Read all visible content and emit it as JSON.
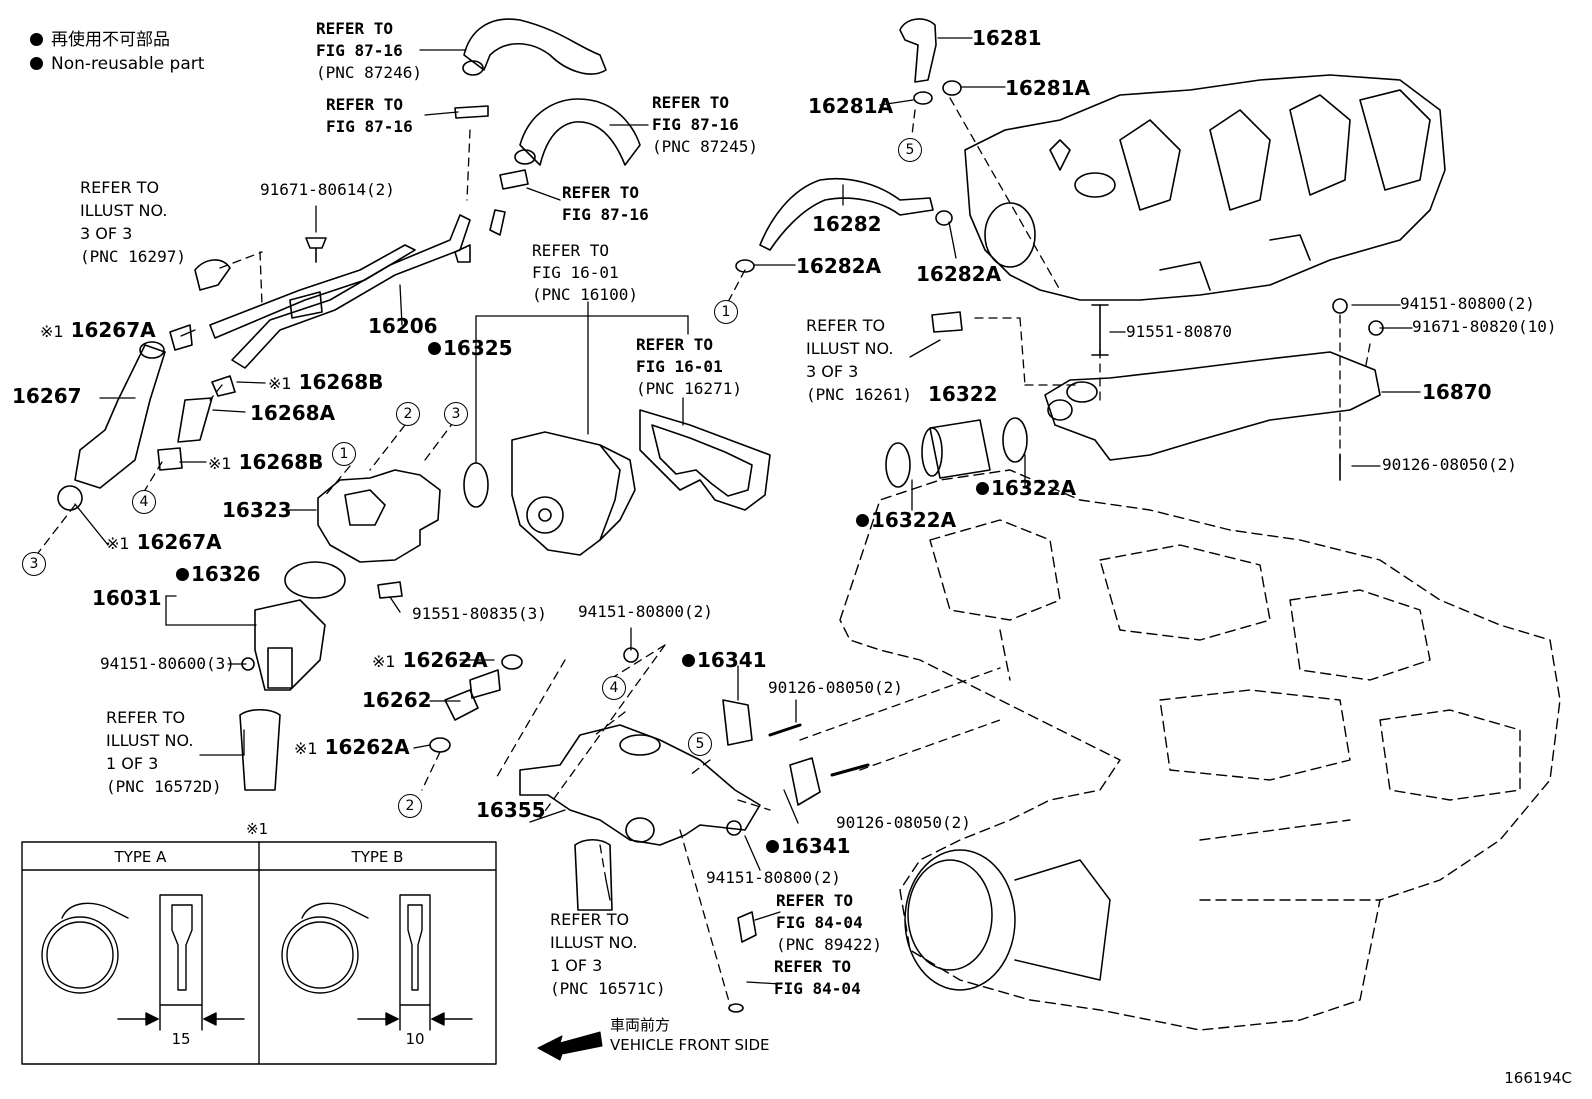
{
  "legend": {
    "line1": "再使用不可部品",
    "line2": "Non-reusable part"
  },
  "parts": {
    "p16281": "16281",
    "p16281A_r": "16281A",
    "p16281A_l": "16281A",
    "p16282": "16282",
    "p16282A_l": "16282A",
    "p16282A_r": "16282A",
    "p16206": "16206",
    "p16325": "16325",
    "p16267A_t": "16267A",
    "p16267": "16267",
    "p16268B_t": "16268B",
    "p16268A": "16268A",
    "p16268B_b": "16268B",
    "p16267A_b": "16267A",
    "p16323": "16323",
    "p16326": "16326",
    "p16031": "16031",
    "p16322": "16322",
    "p16322A_r": "16322A",
    "p16322A_l": "16322A",
    "p16870": "16870",
    "p16262A_t": "16262A",
    "p16262": "16262",
    "p16262A_b": "16262A",
    "p16341_t": "16341",
    "p16341_b": "16341",
    "p16355": "16355"
  },
  "bolts": {
    "b91671_80614": "91671-80614(2)",
    "b94151_80800_tr": "94151-80800(2)",
    "b91551_80870": "91551-80870",
    "b91671_80820": "91671-80820(10)",
    "b90126_08050_r": "90126-08050(2)",
    "b91551_80835": "91551-80835(3)",
    "b94151_80600": "94151-80600(3)",
    "b94151_80800_c": "94151-80800(2)",
    "b90126_08050_c1": "90126-08050(2)",
    "b90126_08050_c2": "90126-08050(2)",
    "b94151_80800_b": "94151-80800(2)"
  },
  "notes": {
    "mark": "※1",
    "ref1": [
      "REFER TO",
      "FIG 87-16",
      "(PNC 87246)"
    ],
    "ref2": [
      "REFER TO",
      "FIG 87-16"
    ],
    "ref3": [
      "REFER TO",
      "FIG 87-16",
      "(PNC 87245)"
    ],
    "ref4": [
      "REFER TO",
      "FIG 87-16"
    ],
    "ref5": [
      "REFER TO",
      "ILLUST NO.",
      "3 OF 3",
      "(PNC 16297)"
    ],
    "ref6": [
      "REFER TO",
      "FIG 16-01",
      "(PNC 16100)"
    ],
    "ref7": [
      "REFER TO",
      "FIG 16-01",
      "(PNC 16271)"
    ],
    "ref8": [
      "REFER TO",
      "ILLUST NO.",
      "3 OF 3",
      "(PNC 16261)"
    ],
    "ref9": [
      "REFER TO",
      "ILLUST NO.",
      "1 OF 3",
      "(PNC 16572D)"
    ],
    "ref10": [
      "REFER TO",
      "ILLUST NO.",
      "1 OF 3",
      "(PNC 16571C)"
    ],
    "ref11": [
      "REFER TO",
      "FIG 84-04",
      "(PNC 89422)"
    ],
    "ref12": [
      "REFER TO",
      "FIG 84-04"
    ]
  },
  "circles": {
    "c1a": "1",
    "c1b": "1",
    "c2a": "2",
    "c2b": "2",
    "c3a": "3",
    "c3b": "3",
    "c4a": "4",
    "c4b": "4",
    "c5a": "5",
    "c5b": "5"
  },
  "clip_table": {
    "mark": "※1",
    "type_a": "TYPE A",
    "type_b": "TYPE B",
    "dim_a": "15",
    "dim_b": "10"
  },
  "front": {
    "jp": "車両前方",
    "en": "VEHICLE FRONT SIDE"
  },
  "figure_id": "166194C"
}
